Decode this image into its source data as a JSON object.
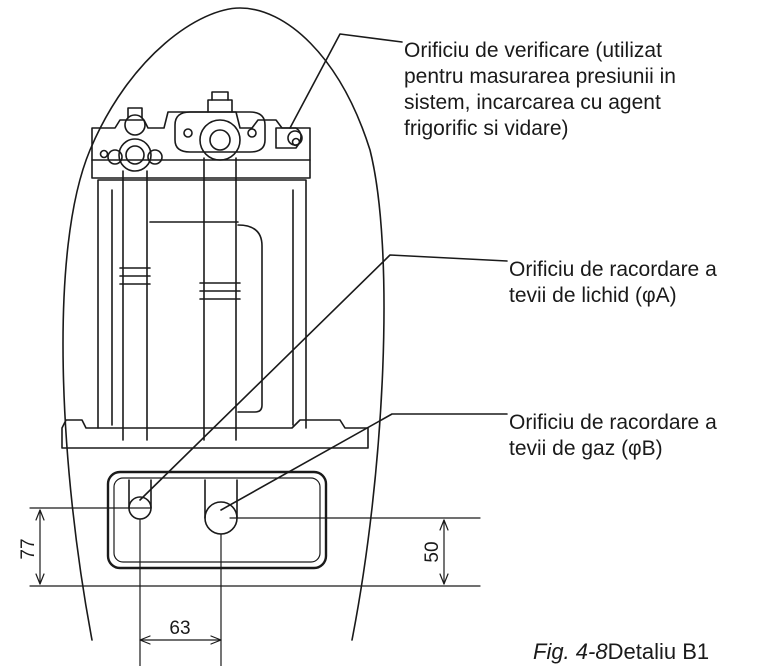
{
  "callouts": {
    "check_port": {
      "lines": [
        "Orificiu de verificare (utilizat",
        "pentru masurarea presiunii in",
        "sistem, incarcarea cu agent",
        "frigorific si vidare)"
      ]
    },
    "liquid_port": {
      "lines": [
        "Orificiu de racordare a",
        "tevii de lichid (φA)"
      ]
    },
    "gas_port": {
      "lines": [
        "Orificiu de racordare a",
        "tevii de gaz (φB)"
      ]
    }
  },
  "dimensions": {
    "left_height": "77",
    "right_height": "50",
    "horizontal_spacing": "63"
  },
  "caption": {
    "fig": "Fig. 4-8",
    "text": "Detaliu B1"
  }
}
